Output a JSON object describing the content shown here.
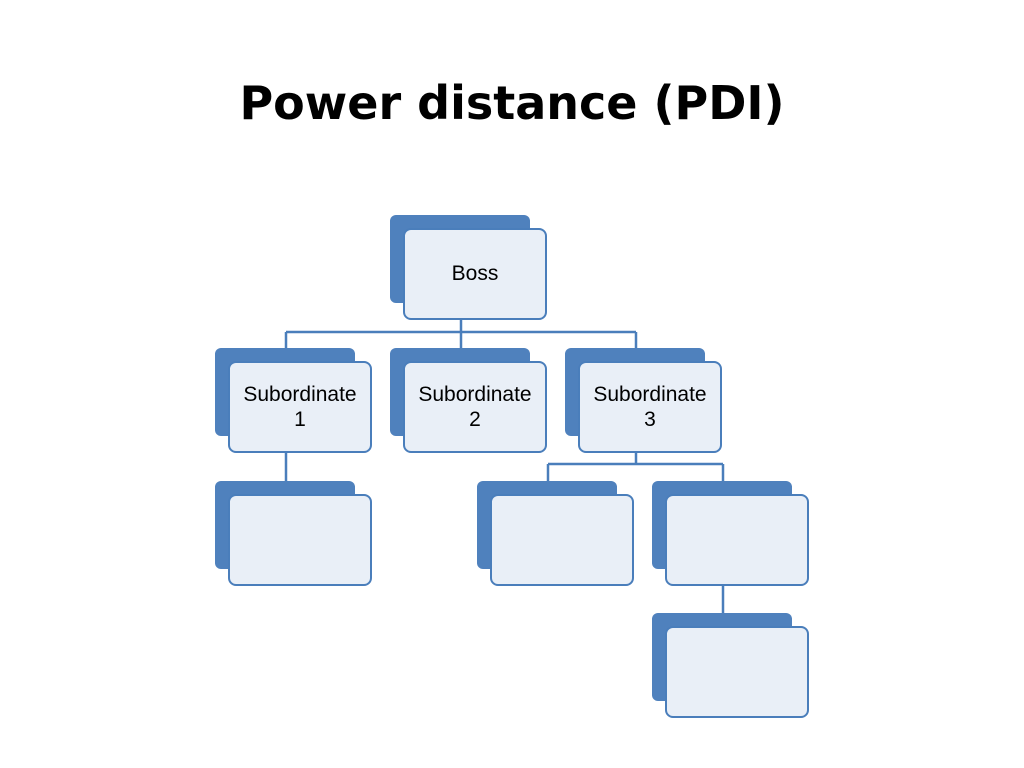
{
  "slide": {
    "title": "Power distance (PDI)"
  },
  "colors": {
    "box_back": "#4F81BD",
    "box_front_fill": "#E9EFF7",
    "box_border": "#4A7EBB",
    "connector": "#4A7EBB",
    "background": "#FFFFFF",
    "title_text": "#000000"
  },
  "org_chart": {
    "boss": {
      "label": "Boss"
    },
    "subordinates": [
      {
        "label_line1": "Subordinate",
        "label_line2": "1"
      },
      {
        "label_line1": "Subordinate",
        "label_line2": "2"
      },
      {
        "label_line1": "Subordinate",
        "label_line2": "3"
      }
    ],
    "empty_children_of": {
      "subordinate_1": 1,
      "subordinate_3": 2,
      "subordinate_3_second_child": 1
    }
  }
}
